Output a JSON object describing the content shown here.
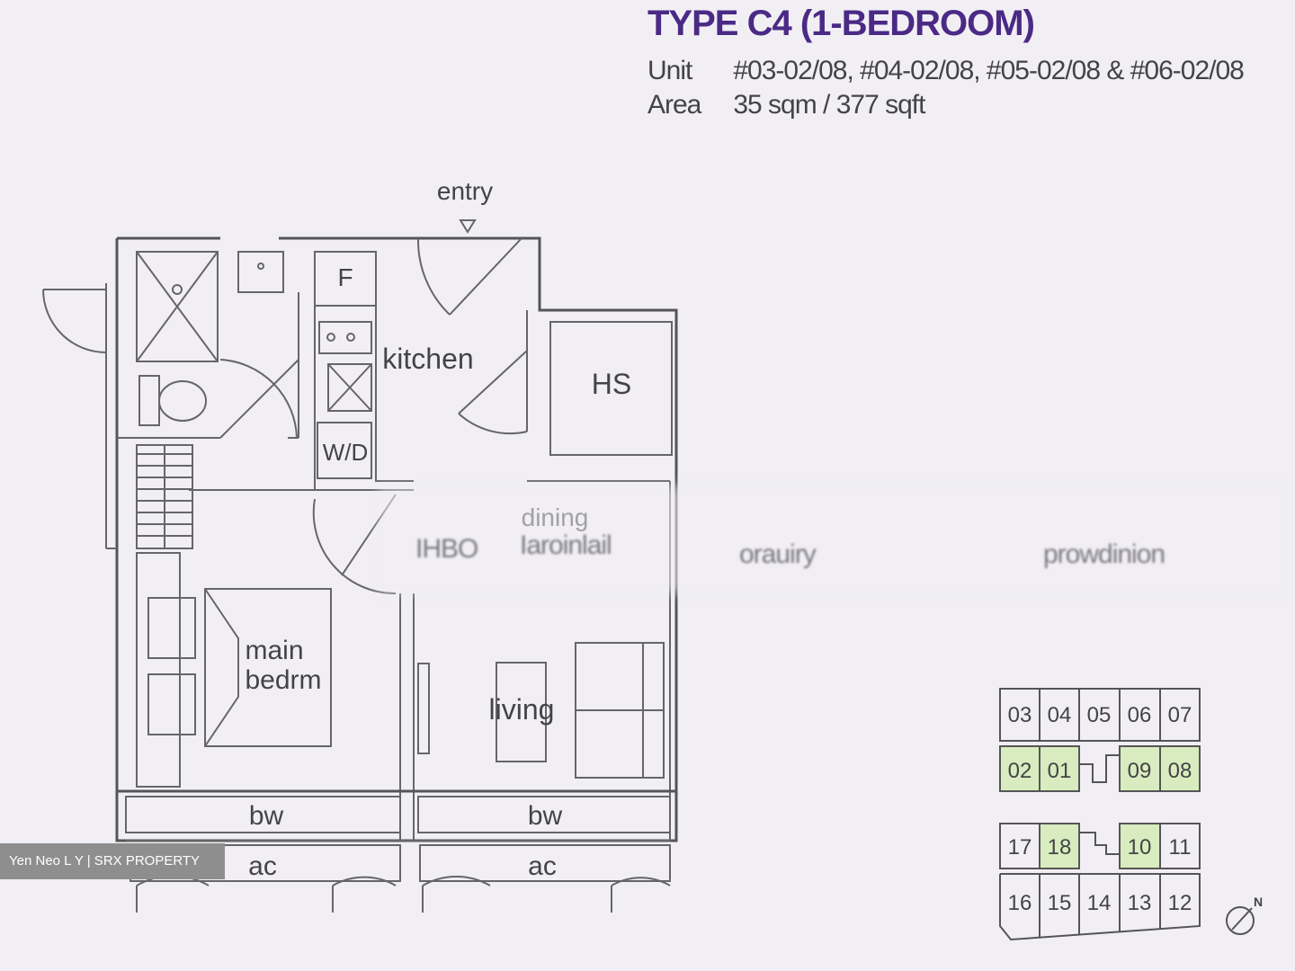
{
  "header": {
    "title": "TYPE C4 (1-BEDROOM)",
    "unit_label": "Unit",
    "unit_value": "#03-02/08, #04-02/08, #05-02/08 & #06-02/08",
    "area_label": "Area",
    "area_value": "35 sqm / 377 sqft"
  },
  "plan": {
    "entry": "entry",
    "fridge": "F",
    "kitchen": "kitchen",
    "hs": "HS",
    "wd": "W/D",
    "dining": "dining",
    "main_bedroom_1": "main",
    "main_bedroom_2": "bedrm",
    "living": "living",
    "bw_left": "bw",
    "bw_right": "bw",
    "ac_left": "ac",
    "ac_right": "ac"
  },
  "key_plan": {
    "top_row": [
      "03",
      "04",
      "05",
      "06",
      "07"
    ],
    "mid_row": [
      "02",
      "01",
      "09",
      "08"
    ],
    "lower_row": [
      "17",
      "18",
      "10",
      "11"
    ],
    "bottom_row": [
      "16",
      "15",
      "14",
      "13",
      "12"
    ],
    "highlight_color": "#d9ecc0",
    "north": "N"
  },
  "watermark": "Yen Neo L Y | SRX PROPERTY",
  "colors": {
    "title": "#4b2a86",
    "background": "#f1eff4"
  }
}
